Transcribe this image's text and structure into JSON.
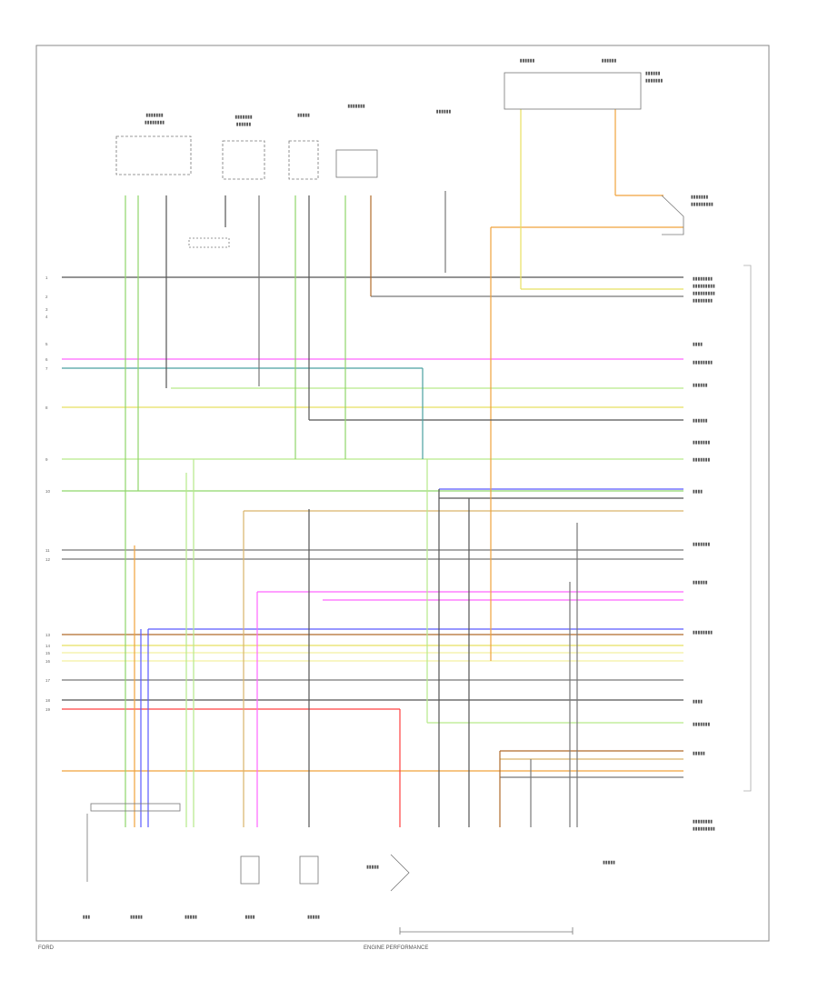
{
  "colors": {
    "wire_green": "#8fd66a",
    "wire_lightgreen": "#b6ea8a",
    "wire_orange": "#f0a23c",
    "wire_tan": "#d9b46a",
    "wire_brown": "#b06a2a",
    "wire_yellow": "#e8e060",
    "wire_lightyellow": "#f4f0a0",
    "wire_pink": "#ff66ff",
    "wire_violet": "#c060ff",
    "wire_blue": "#5a5aff",
    "wire_teal": "#4aa0a0",
    "wire_red": "#ff4040",
    "wire_gray": "#9a9a9a",
    "wire_dark": "#555555",
    "frame": "#888888"
  },
  "left_pins": [
    "1",
    "2",
    "3",
    "4",
    "5",
    "6",
    "7",
    "8",
    "9",
    "10",
    "11",
    "12",
    "13",
    "14",
    "15",
    "16",
    "17",
    "18",
    "19"
  ],
  "footer": {
    "left": "FORD",
    "center": "ENGINE PERFORMANCE"
  }
}
